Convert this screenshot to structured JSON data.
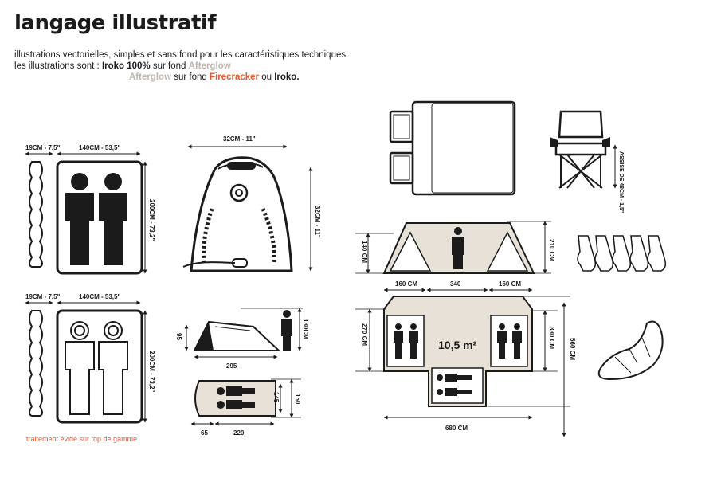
{
  "title": "langage illustratif",
  "intro": {
    "line1": "illustrations vectorielles, simples et sans fond pour les caractéristiques techniques.",
    "line2_pre": "les illustrations sont : ",
    "iroko": "Iroko 100%",
    "sur_fond": " sur fond ",
    "afterglow": "Afterglow",
    "line3_sur_fond": " sur fond ",
    "firecracker": "Firecracker",
    "ou": " ou ",
    "iroko_end": "Iroko."
  },
  "mattress": {
    "width_thin": "19CM - 7,5\"",
    "width_main": "140CM - 53,5\"",
    "length": "200CM - 73,2\""
  },
  "bag": {
    "width": "32CM - 11\"",
    "height": "32CM - 11\""
  },
  "small_tent": {
    "height_side": "95",
    "person_height": "180CM",
    "length": "295",
    "floor_inner": "145",
    "floor_outer": "150",
    "vestibule": "65",
    "floor_length": "220"
  },
  "chair": {
    "seat": "ASSISE DE 48CM - 1,5\""
  },
  "big_tent": {
    "side_height": "140 CM",
    "center_height": "210 CM",
    "room_left": "160 CM",
    "center_width": "340",
    "room_right": "160 CM",
    "depth_left": "270 CM",
    "depth_inner": "330 CM",
    "depth_total": "560 CM",
    "area": "10,5 m²",
    "total_width": "680 CM"
  },
  "note": "traitement évidé sur top de gamme",
  "colors": {
    "ink": "#1b1b1b",
    "afterglow": "#c0b8ae",
    "firecracker": "#e4572e",
    "floor": "#e7e1d7"
  }
}
